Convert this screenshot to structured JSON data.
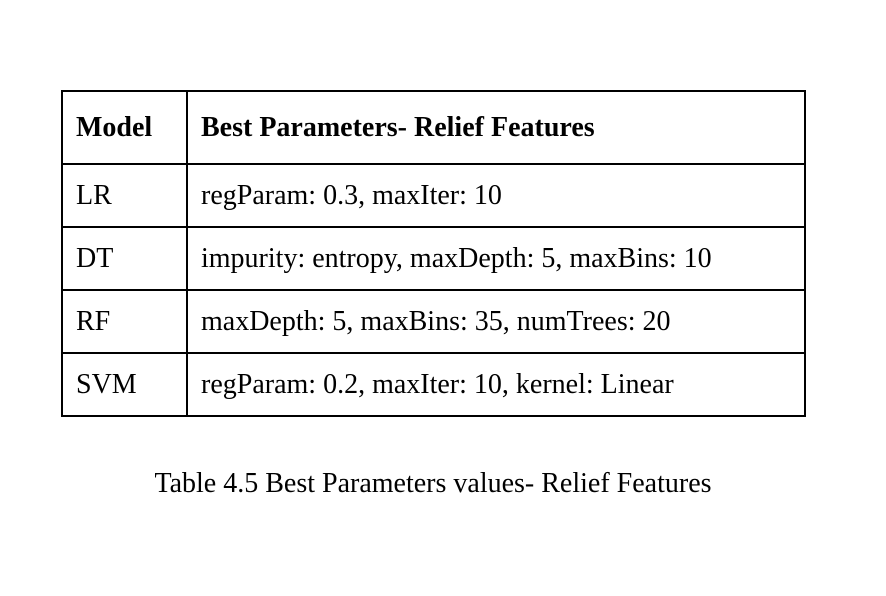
{
  "table": {
    "headers": [
      "Model",
      "Best Parameters- Relief Features"
    ],
    "rows": [
      [
        "LR",
        "regParam: 0.3, maxIter: 10"
      ],
      [
        "DT",
        "impurity: entropy, maxDepth: 5, maxBins: 10"
      ],
      [
        "RF",
        "maxDepth: 5, maxBins: 35, numTrees: 20"
      ],
      [
        "SVM",
        "regParam: 0.2, maxIter: 10, kernel: Linear"
      ]
    ]
  },
  "caption": "Table 4.5 Best Parameters values- Relief Features"
}
